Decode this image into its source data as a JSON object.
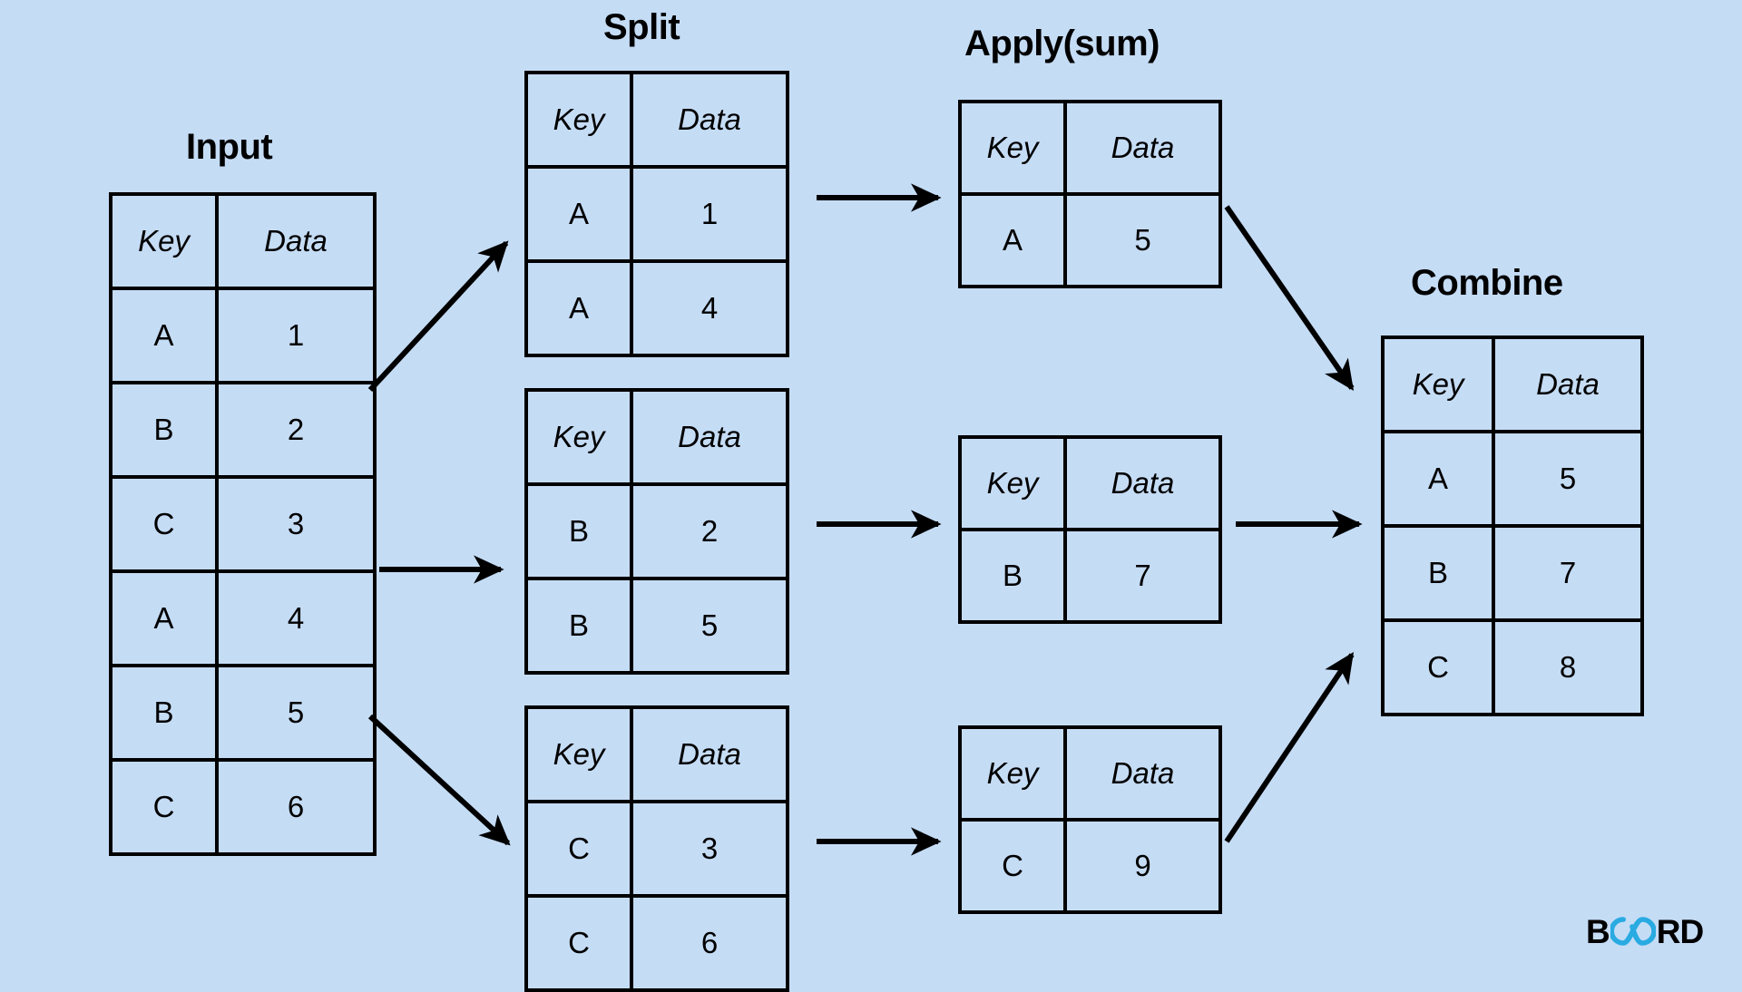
{
  "background_color": "#c5dcf5",
  "line_color": "#000000",
  "logo": {
    "prefix": "B",
    "mark": "infinity-mark",
    "suffix": "RD",
    "mark_color": "#29ABE2",
    "text_color": "#000000"
  },
  "sections": {
    "input": {
      "title": "Input"
    },
    "split": {
      "title": "Split"
    },
    "apply": {
      "title": "Apply(sum)"
    },
    "combine": {
      "title": "Combine"
    }
  },
  "columns": {
    "key": "Key",
    "data": "Data"
  },
  "tables": {
    "input": {
      "name": "Input",
      "header": [
        "Key",
        "Data"
      ],
      "rows": [
        [
          "A",
          "1"
        ],
        [
          "B",
          "2"
        ],
        [
          "C",
          "3"
        ],
        [
          "A",
          "4"
        ],
        [
          "B",
          "5"
        ],
        [
          "C",
          "6"
        ]
      ]
    },
    "split": [
      {
        "name": "Split group A",
        "header": [
          "Key",
          "Data"
        ],
        "rows": [
          [
            "A",
            "1"
          ],
          [
            "A",
            "4"
          ]
        ]
      },
      {
        "name": "Split group B",
        "header": [
          "Key",
          "Data"
        ],
        "rows": [
          [
            "B",
            "2"
          ],
          [
            "B",
            "5"
          ]
        ]
      },
      {
        "name": "Split group C",
        "header": [
          "Key",
          "Data"
        ],
        "rows": [
          [
            "C",
            "3"
          ],
          [
            "C",
            "6"
          ]
        ]
      }
    ],
    "apply": [
      {
        "name": "Apply sum group A",
        "header": [
          "Key",
          "Data"
        ],
        "rows": [
          [
            "A",
            "5"
          ]
        ]
      },
      {
        "name": "Apply sum group B",
        "header": [
          "Key",
          "Data"
        ],
        "rows": [
          [
            "B",
            "7"
          ]
        ]
      },
      {
        "name": "Apply sum group C",
        "header": [
          "Key",
          "Data"
        ],
        "rows": [
          [
            "C",
            "9"
          ]
        ]
      }
    ],
    "combine": {
      "name": "Combine",
      "header": [
        "Key",
        "Data"
      ],
      "rows": [
        [
          "A",
          "5"
        ],
        [
          "B",
          "7"
        ],
        [
          "C",
          "8"
        ]
      ]
    }
  },
  "arrows": [
    {
      "name": "arrow-input-to-split-a",
      "from": "input",
      "to": "split-a",
      "direction": "up-right"
    },
    {
      "name": "arrow-input-to-split-b",
      "from": "input",
      "to": "split-b",
      "direction": "right"
    },
    {
      "name": "arrow-input-to-split-c",
      "from": "input",
      "to": "split-c",
      "direction": "down-right"
    },
    {
      "name": "arrow-split-a-to-apply-a",
      "from": "split-a",
      "to": "apply-a",
      "direction": "right"
    },
    {
      "name": "arrow-split-b-to-apply-b",
      "from": "split-b",
      "to": "apply-b",
      "direction": "right"
    },
    {
      "name": "arrow-split-c-to-apply-c",
      "from": "split-c",
      "to": "apply-c",
      "direction": "right"
    },
    {
      "name": "arrow-apply-a-to-combine",
      "from": "apply-a",
      "to": "combine",
      "direction": "down-right"
    },
    {
      "name": "arrow-apply-b-to-combine",
      "from": "apply-b",
      "to": "combine",
      "direction": "right"
    },
    {
      "name": "arrow-apply-c-to-combine",
      "from": "apply-c",
      "to": "combine",
      "direction": "up-right"
    }
  ]
}
